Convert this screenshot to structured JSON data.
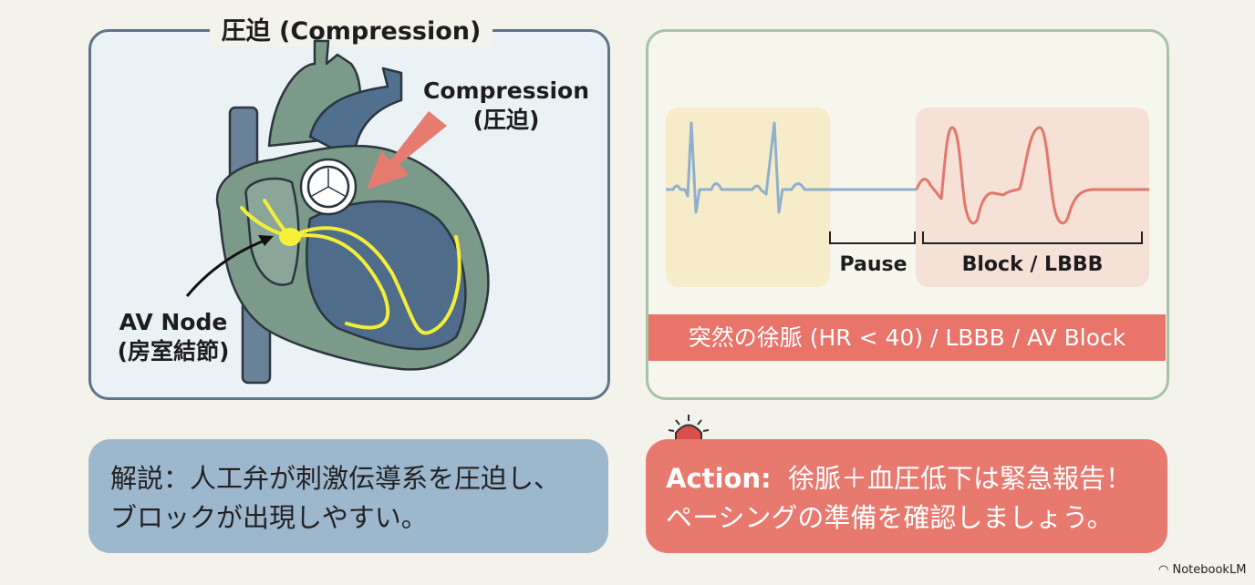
{
  "left": {
    "title": "圧迫 (Compression)",
    "compression_label": "Compression",
    "compression_label_jp": "(圧迫)",
    "av_node_label": "AV Node",
    "av_node_label_jp": "(房室結節)"
  },
  "right": {
    "pause_label": "Pause",
    "block_label": "Block / LBBB",
    "banner": "突然の徐脈 (HR < 40) / LBBB / AV Block"
  },
  "note": {
    "line1": "解説：人工弁が刺激伝導系を圧迫し、",
    "line2": "ブロックが出現しやすい。"
  },
  "action": {
    "prefix": "Action:",
    "line1": "徐脈＋血圧低下は緊急報告！",
    "line2": "ペーシングの準備を確認しましょう。"
  },
  "brand": "NotebookLM",
  "colors": {
    "normal_ecg": "#8fb0cc",
    "block_ecg": "#e2776c",
    "banner": "#e8746a",
    "note": "#9db7cd",
    "action": "#e8796f"
  }
}
